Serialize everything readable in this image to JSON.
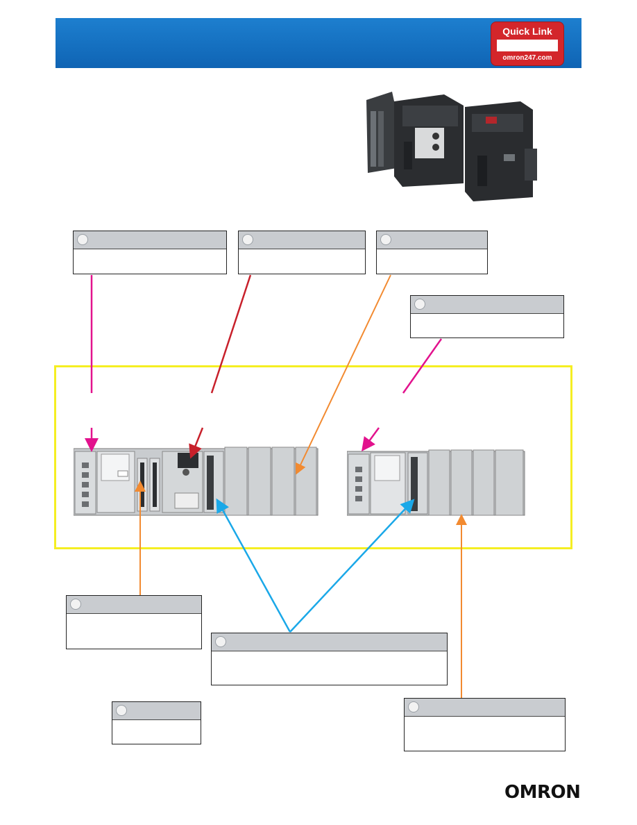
{
  "quick_link": {
    "title": "Quick Link",
    "url": "omron247.com"
  },
  "logo": {
    "text": "OMRON"
  },
  "colors": {
    "header_blue": "#1473c6",
    "quick_link_red": "#d3262b",
    "frame_yellow": "#f5ee22",
    "arrow_magenta": "#e2128d",
    "arrow_red": "#c8202b",
    "arrow_orange": "#f28a30",
    "arrow_cyan": "#1aa8e8",
    "callout_bar_gray": "#c9ccd0"
  },
  "callouts": [
    {
      "id": "callout-1",
      "badge_icon": "number-circle-icon"
    },
    {
      "id": "callout-2",
      "badge_icon": "number-circle-icon"
    },
    {
      "id": "callout-3",
      "badge_icon": "number-circle-icon"
    },
    {
      "id": "callout-4",
      "badge_icon": "number-circle-icon"
    },
    {
      "id": "callout-5",
      "badge_icon": "number-circle-icon"
    },
    {
      "id": "callout-6",
      "badge_icon": "number-circle-icon"
    },
    {
      "id": "callout-7",
      "badge_icon": "number-circle-icon"
    },
    {
      "id": "callout-8",
      "badge_icon": "number-circle-icon"
    }
  ]
}
